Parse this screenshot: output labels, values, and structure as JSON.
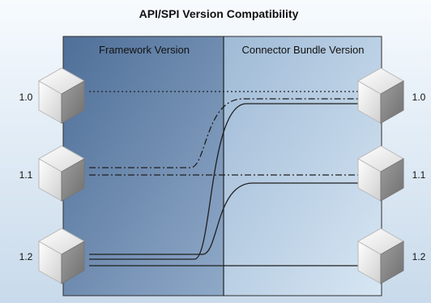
{
  "title": "API/SPI Version Compatibility",
  "columns": {
    "left": "Framework Version",
    "right": "Connector Bundle Version"
  },
  "left_versions": [
    "1.0",
    "1.1",
    "1.2"
  ],
  "right_versions": [
    "1.0",
    "1.1",
    "1.2"
  ],
  "colors": {
    "outer_bg_top": "#f3f8fc",
    "outer_bg_bottom": "#cbdced",
    "framework_panel": "#7392b6",
    "connector_panel": "#b7cfe6",
    "line": "#1f1f1f",
    "cube_light": "#ffffff",
    "cube_mid": "#c9c9c9",
    "cube_dark": "#8e8e8e"
  }
}
